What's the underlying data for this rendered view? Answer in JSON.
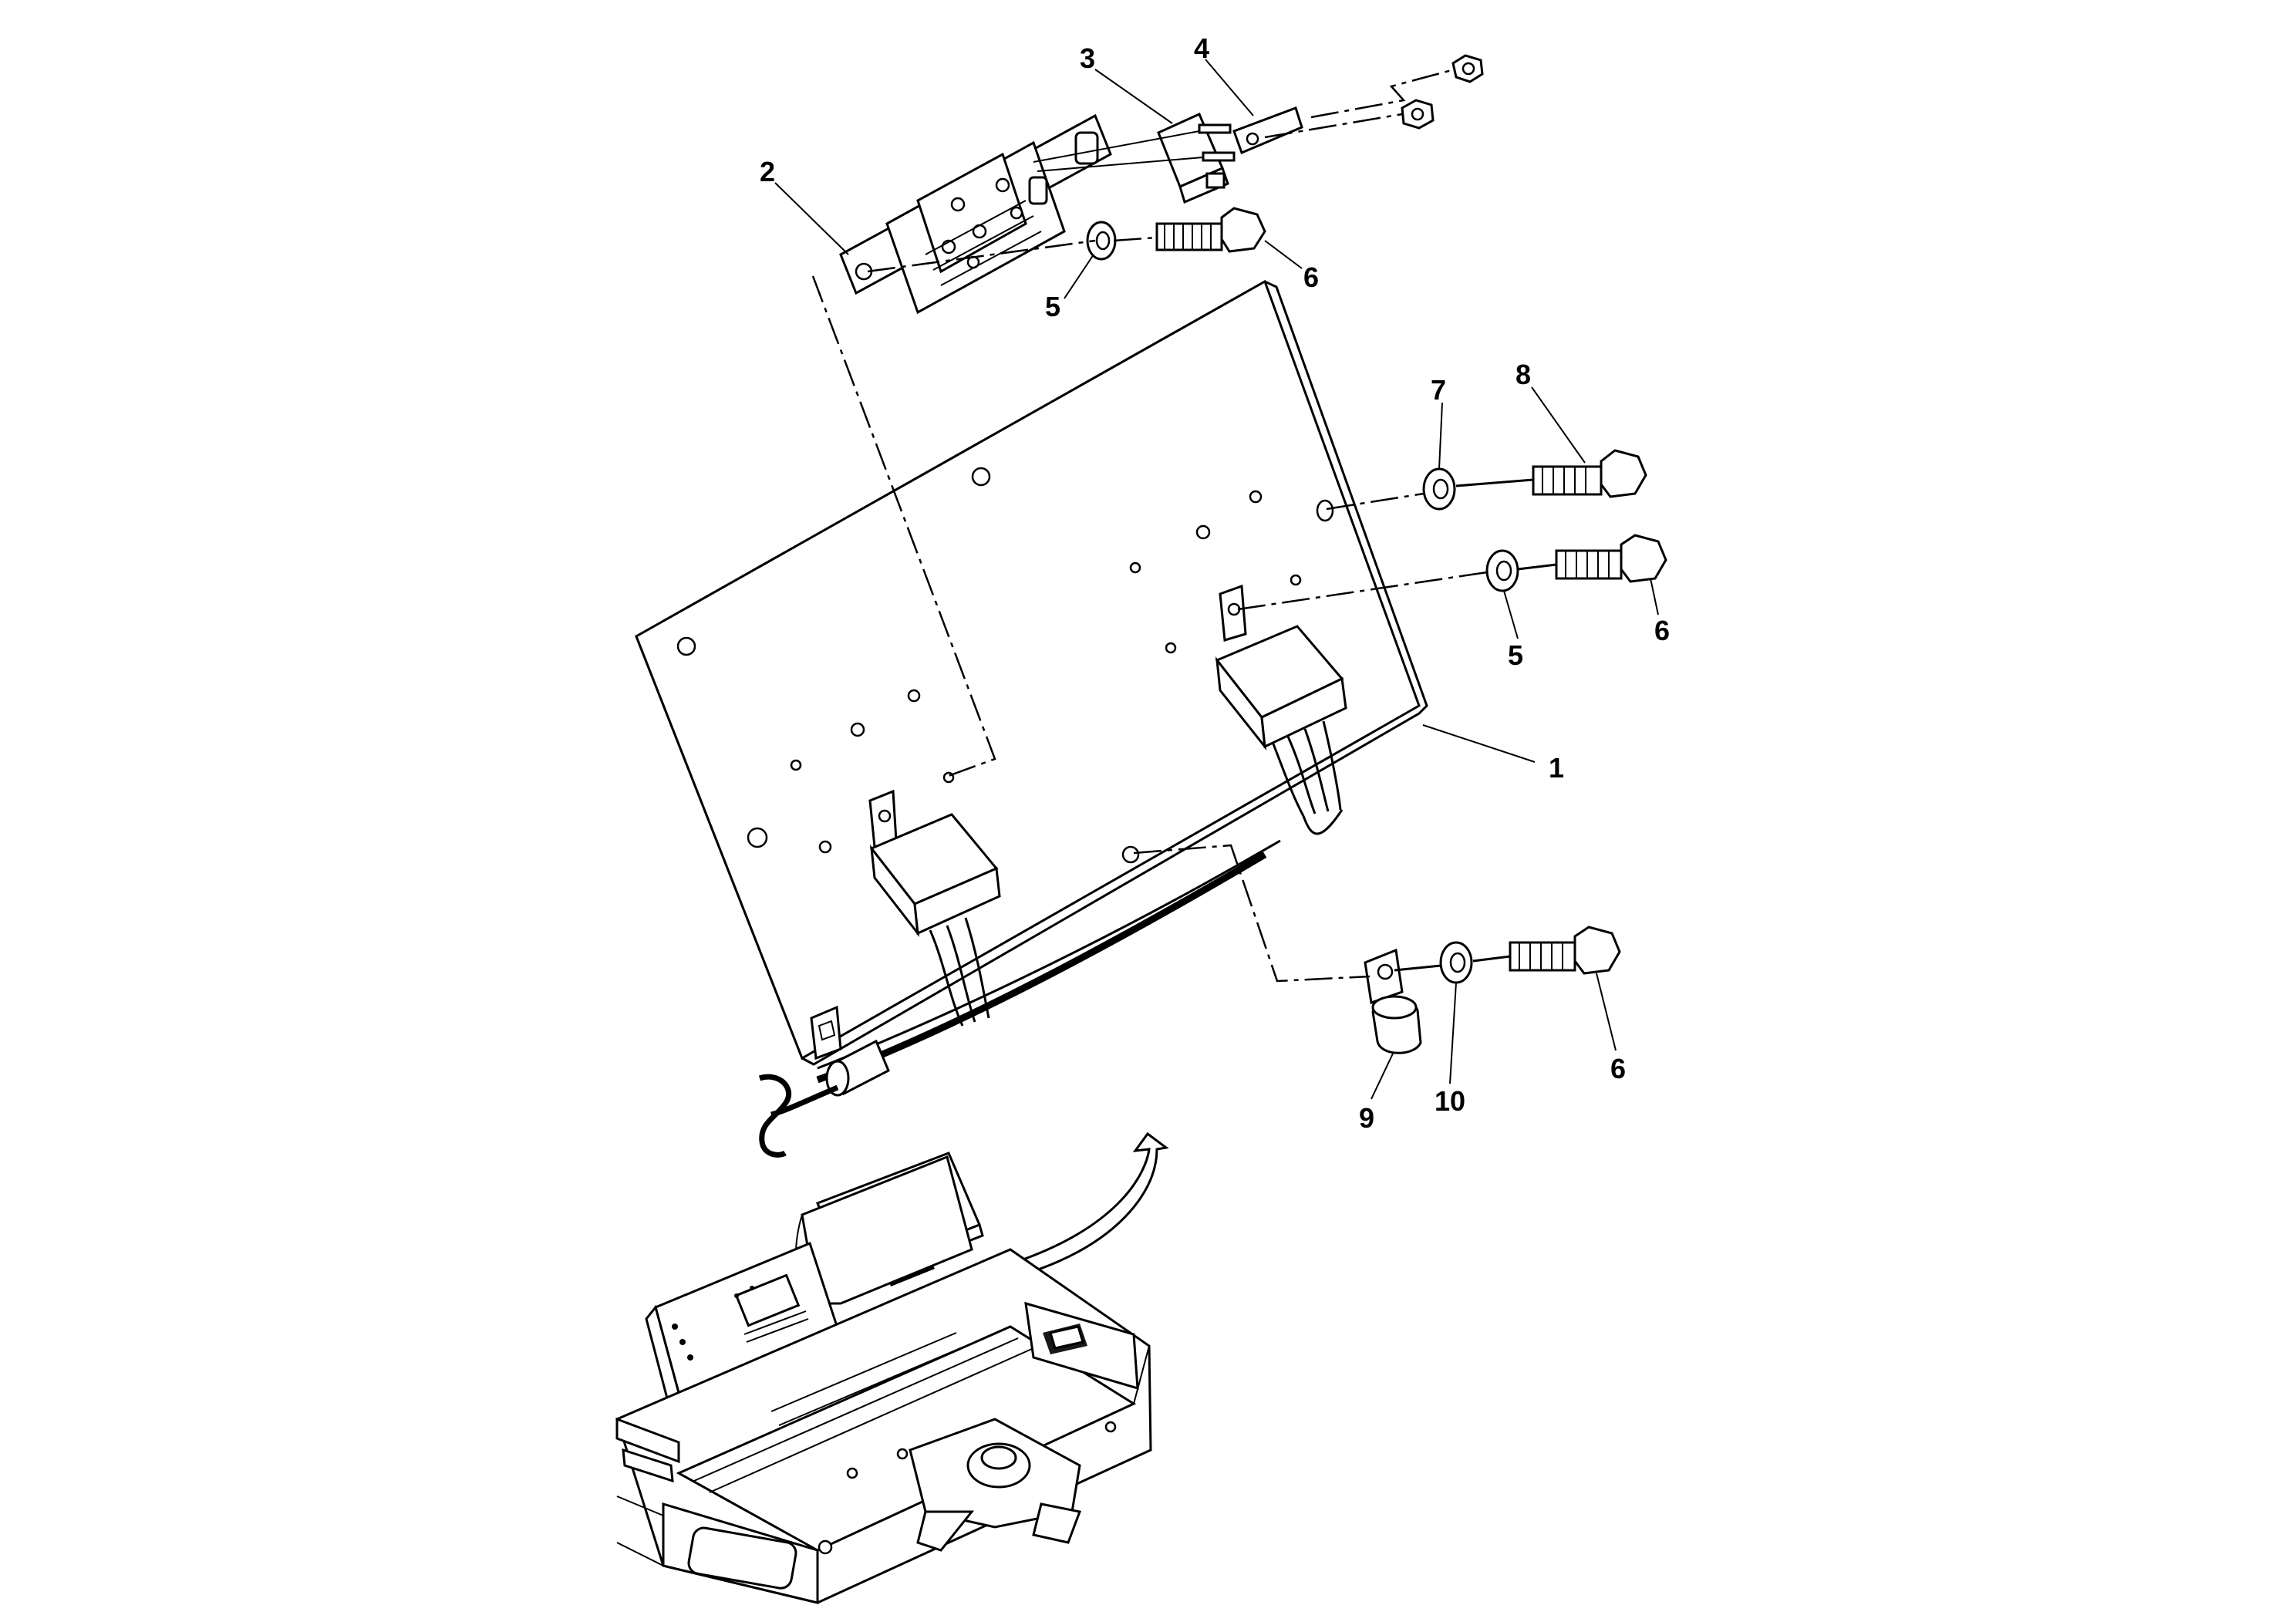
{
  "callouts": {
    "c1": "1",
    "c2": "2",
    "c3": "3",
    "c4": "4",
    "c5a": "5",
    "c5b": "5",
    "c6a": "6",
    "c6b": "6",
    "c6c": "6",
    "c7": "7",
    "c8": "8",
    "c9": "9",
    "c10": "10"
  },
  "colors": {
    "line": "#000000",
    "background": "#ffffff"
  }
}
